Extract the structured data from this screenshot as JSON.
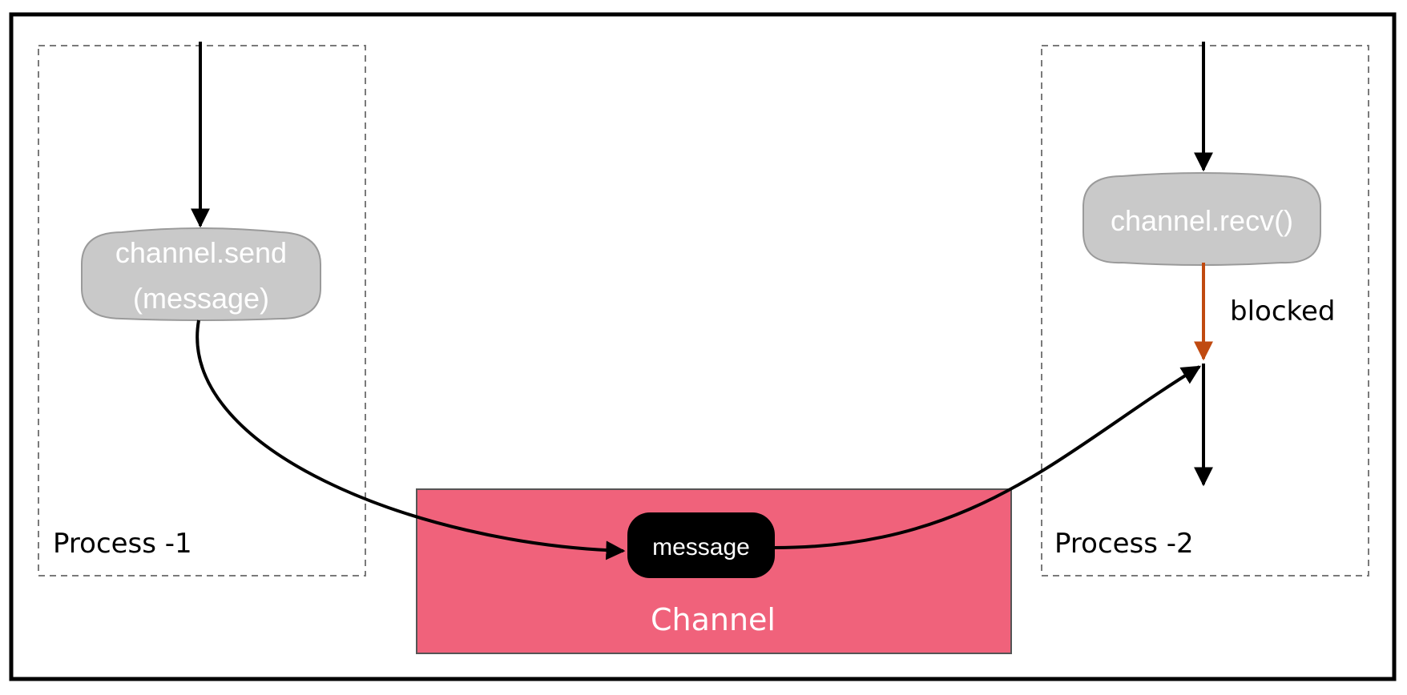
{
  "process_1": {
    "label": "Process -1",
    "send_node": {
      "line1": "channel.send",
      "line2": "(message)"
    }
  },
  "process_2": {
    "label": "Process -2",
    "recv_node": {
      "label": "channel.recv()"
    },
    "blocked_label": "blocked"
  },
  "channel": {
    "label": "Channel",
    "message_label": "message"
  },
  "colors": {
    "channel_fill": "#f0627b",
    "message_fill": "#000000",
    "node_fill": "#c9c9c9",
    "blocked_arrow": "#c04a10",
    "frame_border": "#000000"
  }
}
